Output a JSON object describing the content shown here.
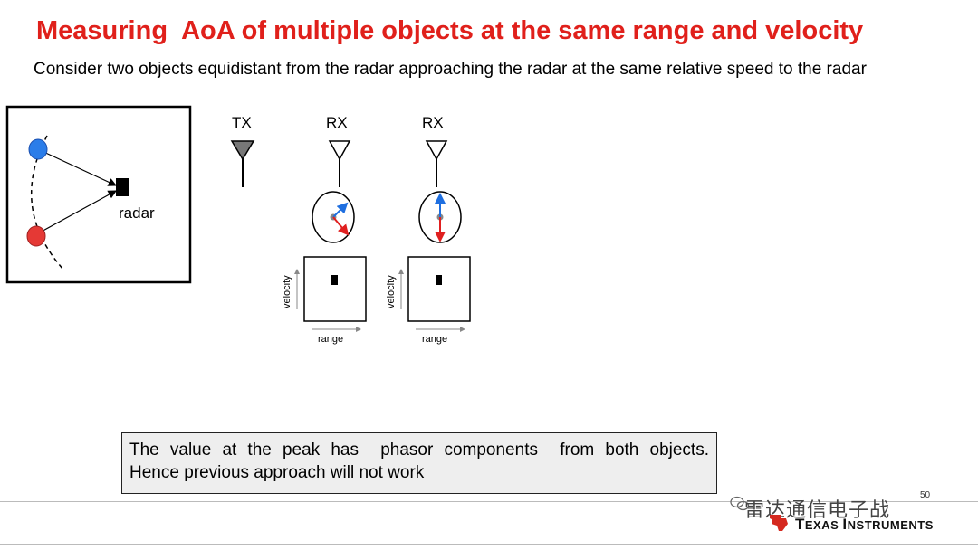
{
  "slide": {
    "title": "Measuring  AoA of multiple objects at the same range and velocity",
    "subtitle": "Consider two objects equidistant from the radar approaching the radar at the same relative speed to the radar",
    "colors": {
      "title": "#e0201b",
      "object_blue": "#2b7de9",
      "object_red": "#e53935",
      "arrow_blue": "#1f6fe0",
      "arrow_red": "#e02020"
    }
  },
  "scene": {
    "radar_label": "radar"
  },
  "antennas": {
    "tx_label": "TX",
    "rx1_label": "RX",
    "rx2_label": "RX"
  },
  "maps": {
    "y_label": "velocity",
    "x_label": "range"
  },
  "note": {
    "line1": "The value at the peak has  phasor components  from both objects.",
    "line2": "Hence previous approach will not work"
  },
  "footer": {
    "page_number": "50",
    "watermark": "雷达通信电子战",
    "logo_text_cap1": "T",
    "logo_text_rest1": "EXAS ",
    "logo_text_cap2": "I",
    "logo_text_rest2": "NSTRUMENTS"
  }
}
